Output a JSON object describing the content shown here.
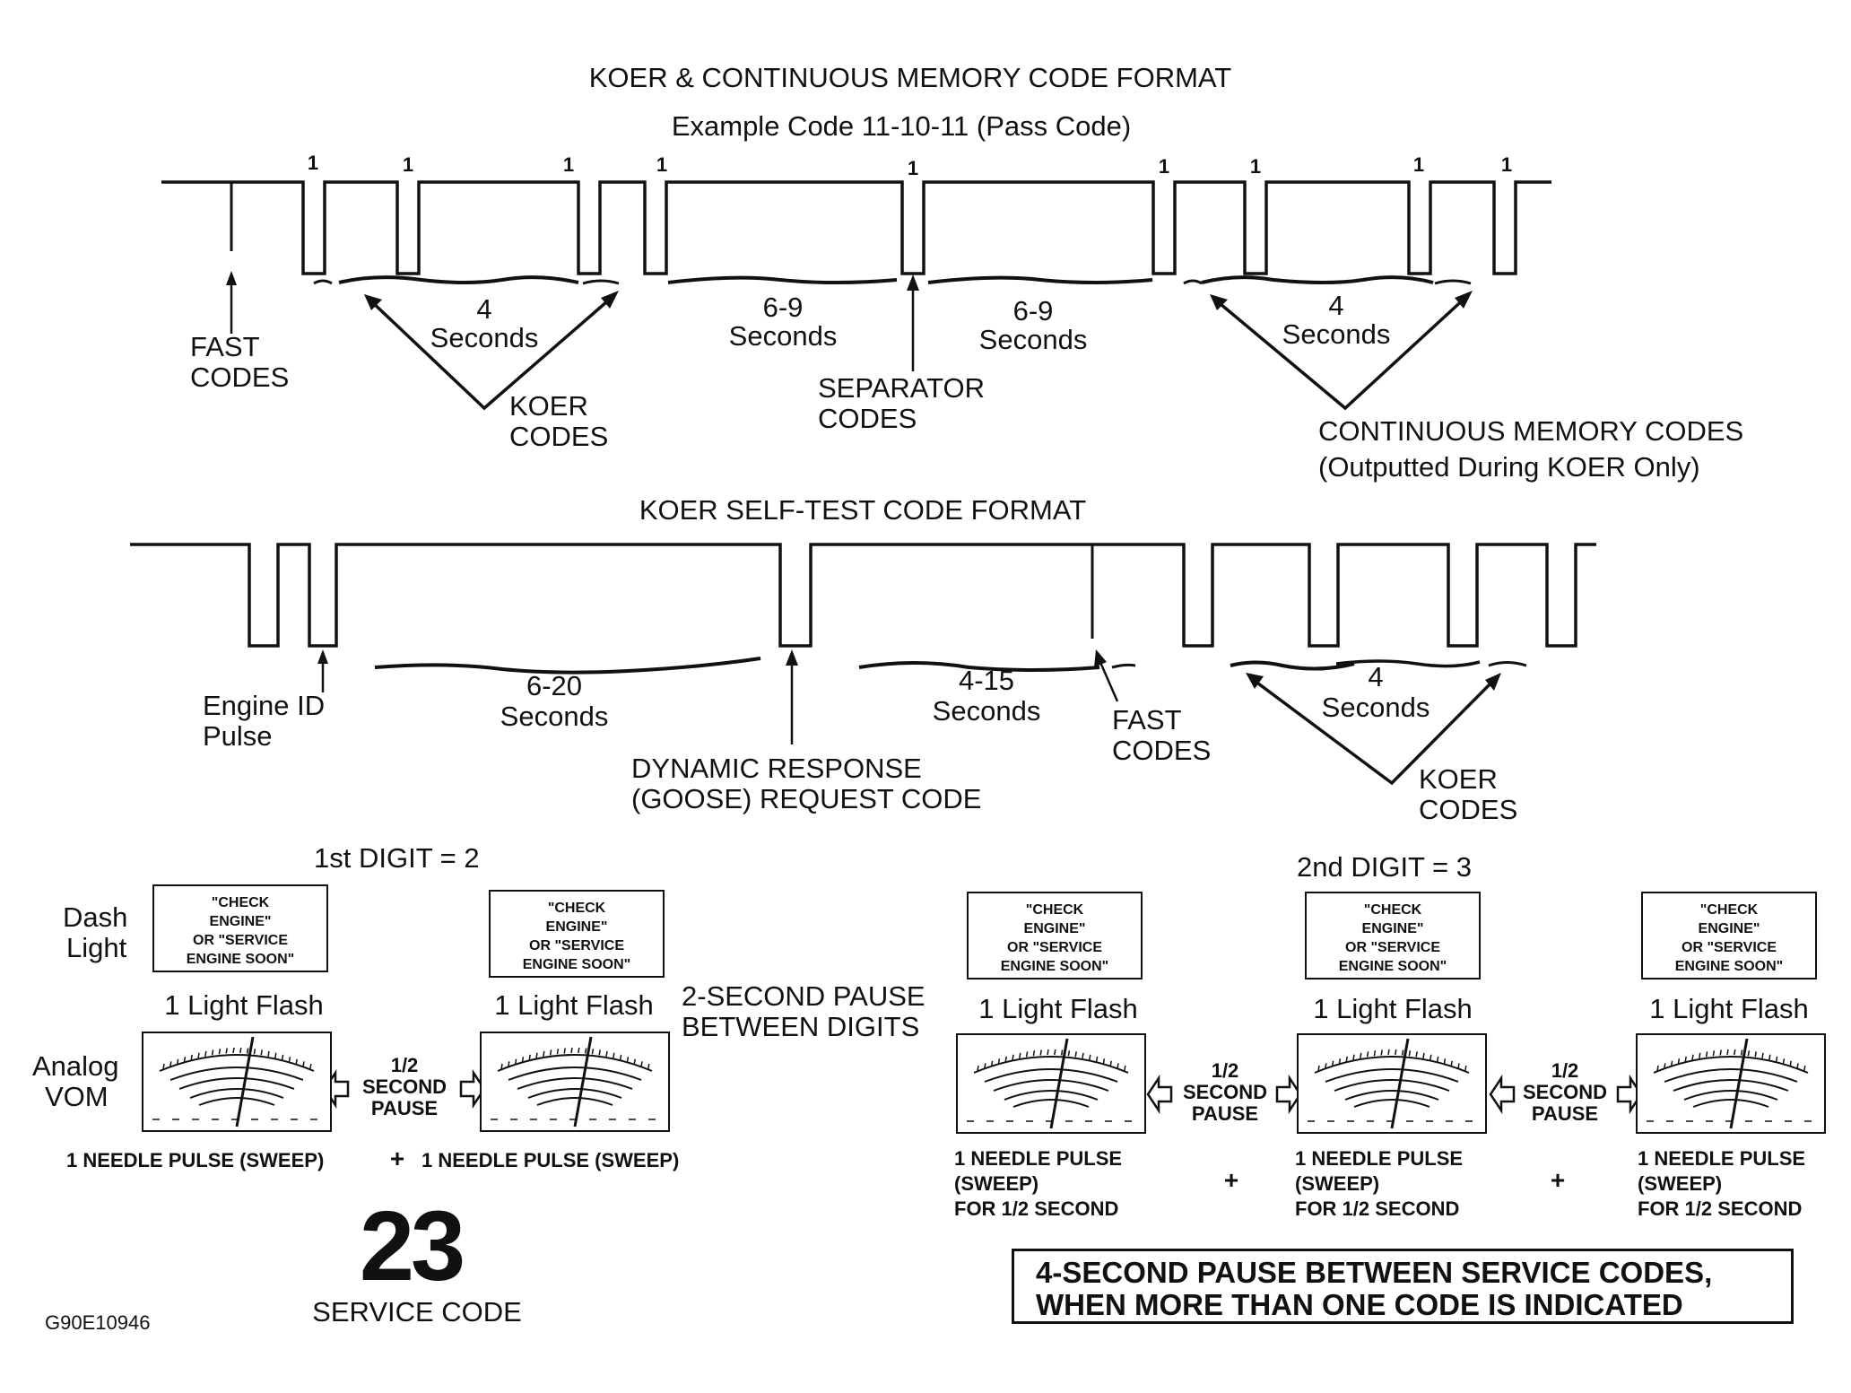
{
  "section1": {
    "title": "KOER & CONTINUOUS MEMORY CODE FORMAT",
    "subtitle": "Example  Code 11-10-11 (Pass Code)",
    "pulse_label": "1",
    "pulse_count": 10,
    "labels": {
      "fast_codes_1": "FAST",
      "fast_codes_2": "CODES",
      "koer_4s_1": "4",
      "koer_4s_2": "Seconds",
      "koer_codes_1": "KOER",
      "koer_codes_2": "CODES",
      "gap_a_1": "6-9",
      "gap_a_2": "Seconds",
      "separator_1": "SEPARATOR",
      "separator_2": "CODES",
      "gap_b_1": "6-9",
      "gap_b_2": "Seconds",
      "cm_4s_1": "4",
      "cm_4s_2": "Seconds",
      "cm_codes_1": "CONTINUOUS MEMORY CODES",
      "cm_codes_2": "(Outputted During KOER Only)"
    }
  },
  "section2": {
    "title": "KOER SELF-TEST CODE FORMAT",
    "labels": {
      "engine_id_1": "Engine ID",
      "engine_id_2": "Pulse",
      "gap_a_1": "6-20",
      "gap_a_2": "Seconds",
      "goose_1": "DYNAMIC RESPONSE",
      "goose_2": "(GOOSE) REQUEST CODE",
      "gap_b_1": "4-15",
      "gap_b_2": "Seconds",
      "fast_1": "FAST",
      "fast_2": "CODES",
      "koer_4s_1": "4",
      "koer_4s_2": "Seconds",
      "koer_codes_1": "KOER",
      "koer_codes_2": "CODES"
    }
  },
  "section3": {
    "digit1": "1st DIGIT = 2",
    "digit2": "2nd DIGIT = 3",
    "dash_light_1": "Dash",
    "dash_light_2": "Light",
    "analog_vom_1": "Analog",
    "analog_vom_2": "VOM",
    "light_box_lines": [
      "\"CHECK",
      "ENGINE\"",
      "OR \"SERVICE",
      "ENGINE SOON\""
    ],
    "flash_label": "1 Light Flash",
    "half_pause": [
      "1/2",
      "SECOND",
      "PAUSE"
    ],
    "two_second_1": "2-SECOND PAUSE",
    "two_second_2": "BETWEEN DIGITS",
    "needle_single": "1 NEEDLE PULSE (SWEEP)",
    "needle_multi": [
      "1 NEEDLE PULSE",
      "(SWEEP)",
      "FOR 1/2 SECOND"
    ],
    "plus": "+",
    "service_code_number": "23",
    "service_code_label": "SERVICE CODE",
    "note_1": "4-SECOND PAUSE BETWEEN SERVICE CODES,",
    "note_2": "WHEN MORE THAN ONE CODE IS INDICATED",
    "figure_id": "G90E10946"
  }
}
